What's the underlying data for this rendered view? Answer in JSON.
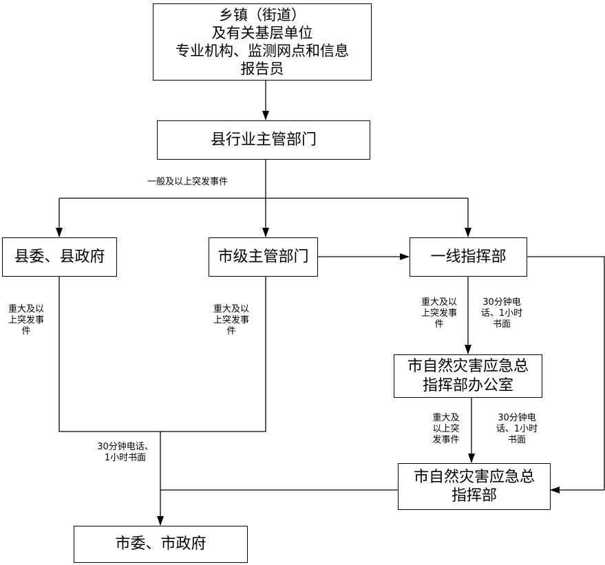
{
  "nodes": {
    "township": {
      "lines": [
        "乡镇（街道）",
        "及有关基层单位",
        "专业机构、监测网点和信息",
        "报告员"
      ]
    },
    "county_dept": {
      "lines": [
        "县行业主管部门"
      ]
    },
    "county_gov": {
      "lines": [
        "县委、县政府"
      ]
    },
    "city_dept": {
      "lines": [
        "市级主管部门"
      ]
    },
    "frontline_hq": {
      "lines": [
        "一线指挥部"
      ]
    },
    "city_disaster_office": {
      "lines": [
        "市自然灾害应急总",
        "指挥部办公室"
      ]
    },
    "city_disaster_hq": {
      "lines": [
        "市自然灾害应急总",
        "指挥部"
      ]
    },
    "city_gov": {
      "lines": [
        "市委、市政府"
      ]
    }
  },
  "labels": {
    "general_event": {
      "lines": [
        "一般及以上突发事件"
      ]
    },
    "major_event_county": {
      "lines": [
        "重大及以",
        "上突发事",
        "件"
      ]
    },
    "major_event_city": {
      "lines": [
        "重大及以",
        "上突发事",
        "件"
      ]
    },
    "major_event_frontline": {
      "lines": [
        "重大及以",
        "上突发事",
        "件"
      ]
    },
    "report_time_frontline": {
      "lines": [
        "30分钟电",
        "话、1小时",
        "书面"
      ]
    },
    "major_event_office": {
      "lines": [
        "重大及",
        "以上突",
        "发事件"
      ]
    },
    "report_time_office": {
      "lines": [
        "30分钟电",
        "话、1小时",
        "书面"
      ]
    },
    "report_time_city": {
      "lines": [
        "30分钟电话、",
        "1小时书面"
      ]
    }
  }
}
